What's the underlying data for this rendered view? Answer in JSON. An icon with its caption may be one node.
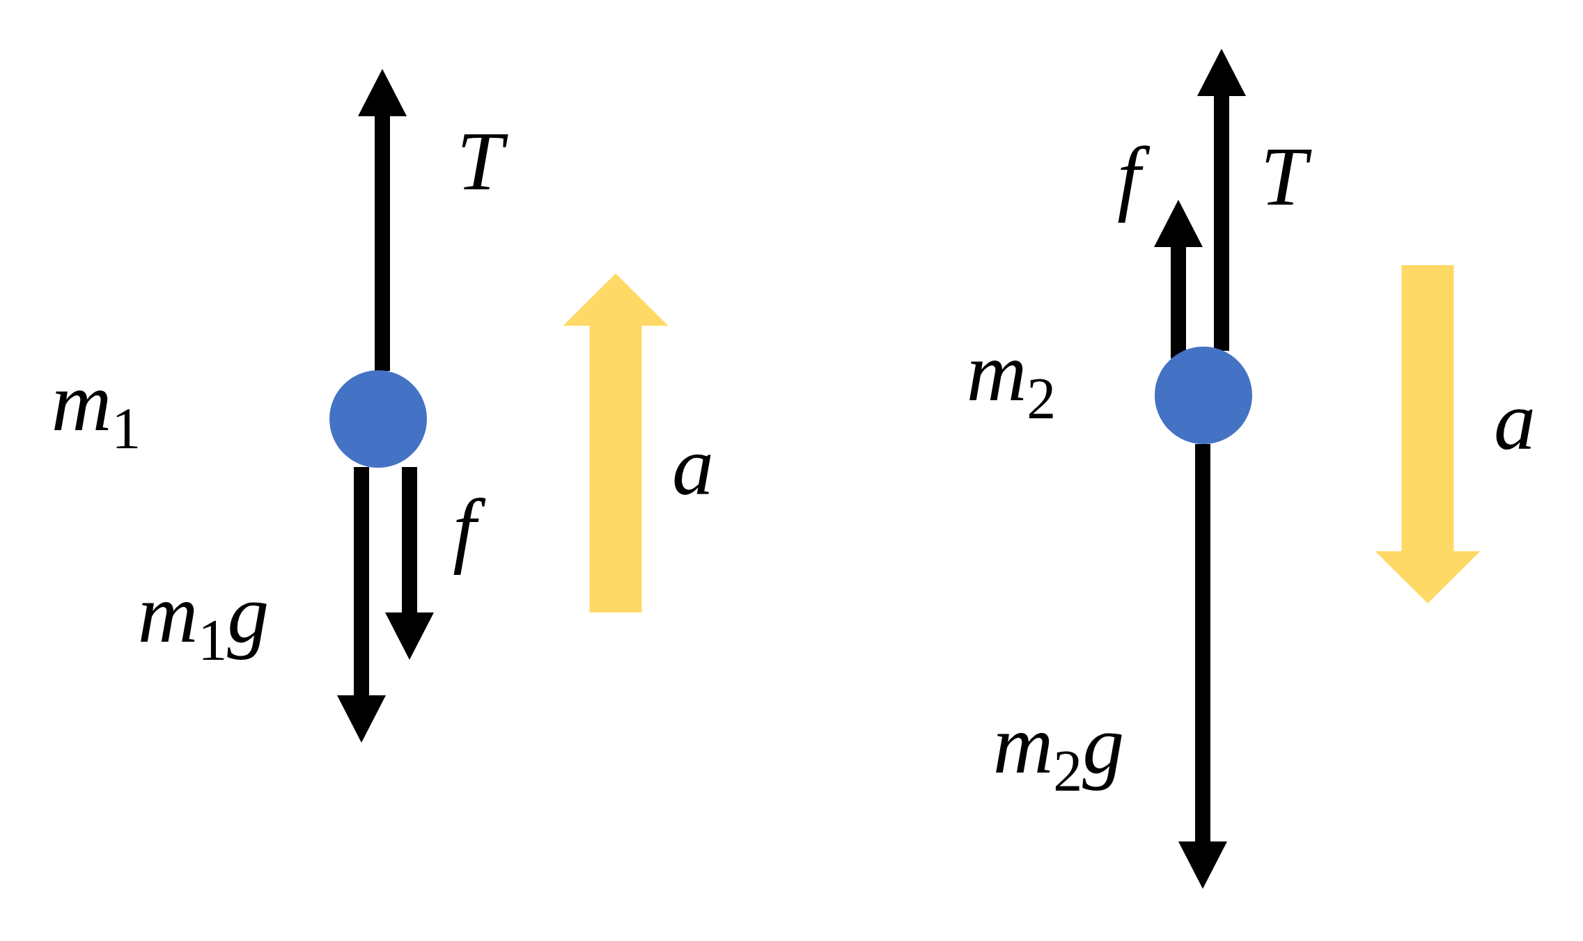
{
  "diagram": {
    "nodes": [
      {
        "text": [],
        "shape": "circle",
        "beside": [
          "m$_{1}$"
        ]
      },
      {
        "text": [],
        "shape": "circle",
        "beside": [
          "m$_{2}$"
        ]
      }
    ],
    "labels": [
      "T",
      "f",
      "m$_{1}$g",
      "a",
      "f",
      "T",
      "m$_{2}$g",
      "a"
    ]
  }
}
